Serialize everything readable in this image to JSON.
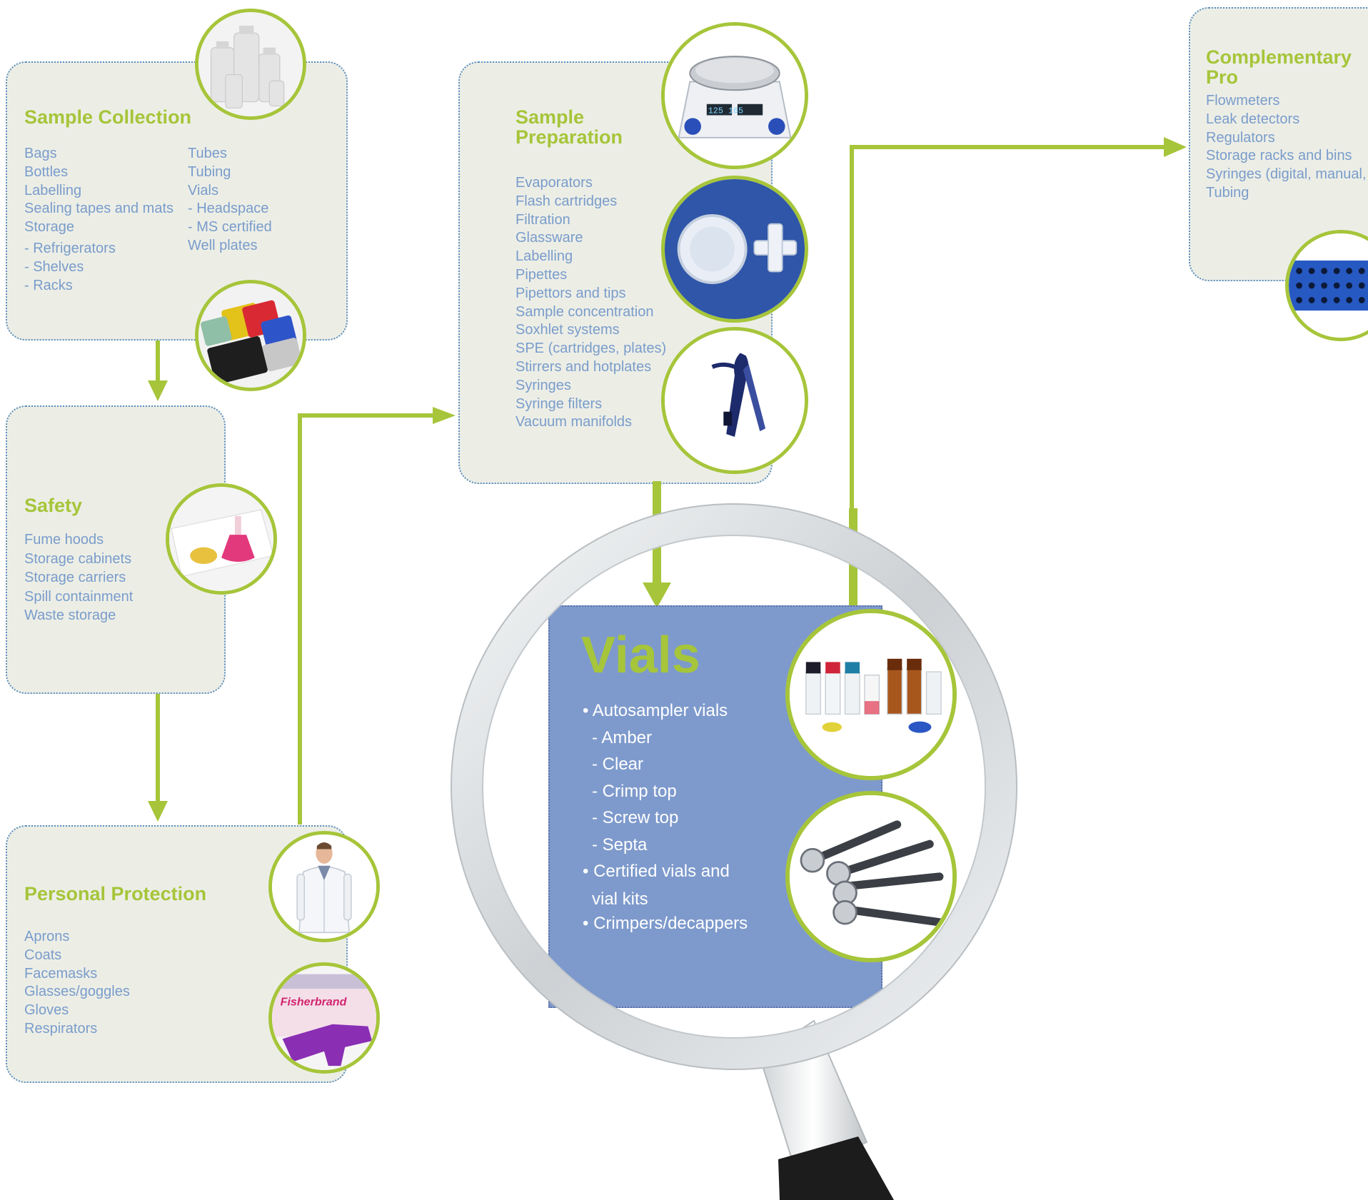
{
  "colors": {
    "accent_green": "#a6c53a",
    "box_fill": "#eceee6",
    "box_border": "#5b8fc0",
    "text_blue": "#7a9ccb",
    "vials_panel": "#7e9acc"
  },
  "sample_collection": {
    "title": "Sample Collection",
    "col1": [
      "Bags",
      "Bottles",
      "Labelling",
      "Sealing tapes and mats",
      "Storage",
      "- Refrigerators",
      "- Shelves",
      "- Racks"
    ],
    "col2": [
      "Tubes",
      "Tubing",
      "Vials",
      "- Headspace",
      "- MS certified",
      "Well plates"
    ]
  },
  "safety": {
    "title": "Safety",
    "items": [
      "Fume hoods",
      "Storage cabinets",
      "Storage carriers",
      "Spill containment",
      "Waste storage"
    ]
  },
  "personal_protection": {
    "title": "Personal Protection",
    "items": [
      "Aprons",
      "Coats",
      "Facemasks",
      "Glasses/goggles",
      "Gloves",
      "Respirators"
    ]
  },
  "sample_preparation": {
    "title_line1": "Sample",
    "title_line2": "Preparation",
    "items": [
      "Evaporators",
      "Flash cartridges",
      "Filtration",
      "Glassware",
      "Labelling",
      "Pipettes",
      "Pipettors and tips",
      "Sample concentration",
      "Soxhlet systems",
      "SPE (cartridges, plates)",
      "Stirrers and hotplates",
      "Syringes",
      "Syringe filters",
      "Vacuum manifolds"
    ]
  },
  "complementary": {
    "title": "Complementary Pro",
    "items": [
      "Flowmeters",
      "Leak detectors",
      "Regulators",
      "Storage racks and bins",
      "Syringes (digital, manual, a",
      "Tubing"
    ]
  },
  "vials": {
    "title": "Vials",
    "items": [
      "• Autosampler vials",
      "- Amber",
      "- Clear",
      "- Crimp top",
      "- Screw top",
      "- Septa",
      "• Certified vials and",
      "vial kits",
      "• Crimpers/decappers"
    ]
  },
  "photo_labels": {
    "display_readout": "125 165",
    "glove_box_brand": "Fisherbrand"
  }
}
